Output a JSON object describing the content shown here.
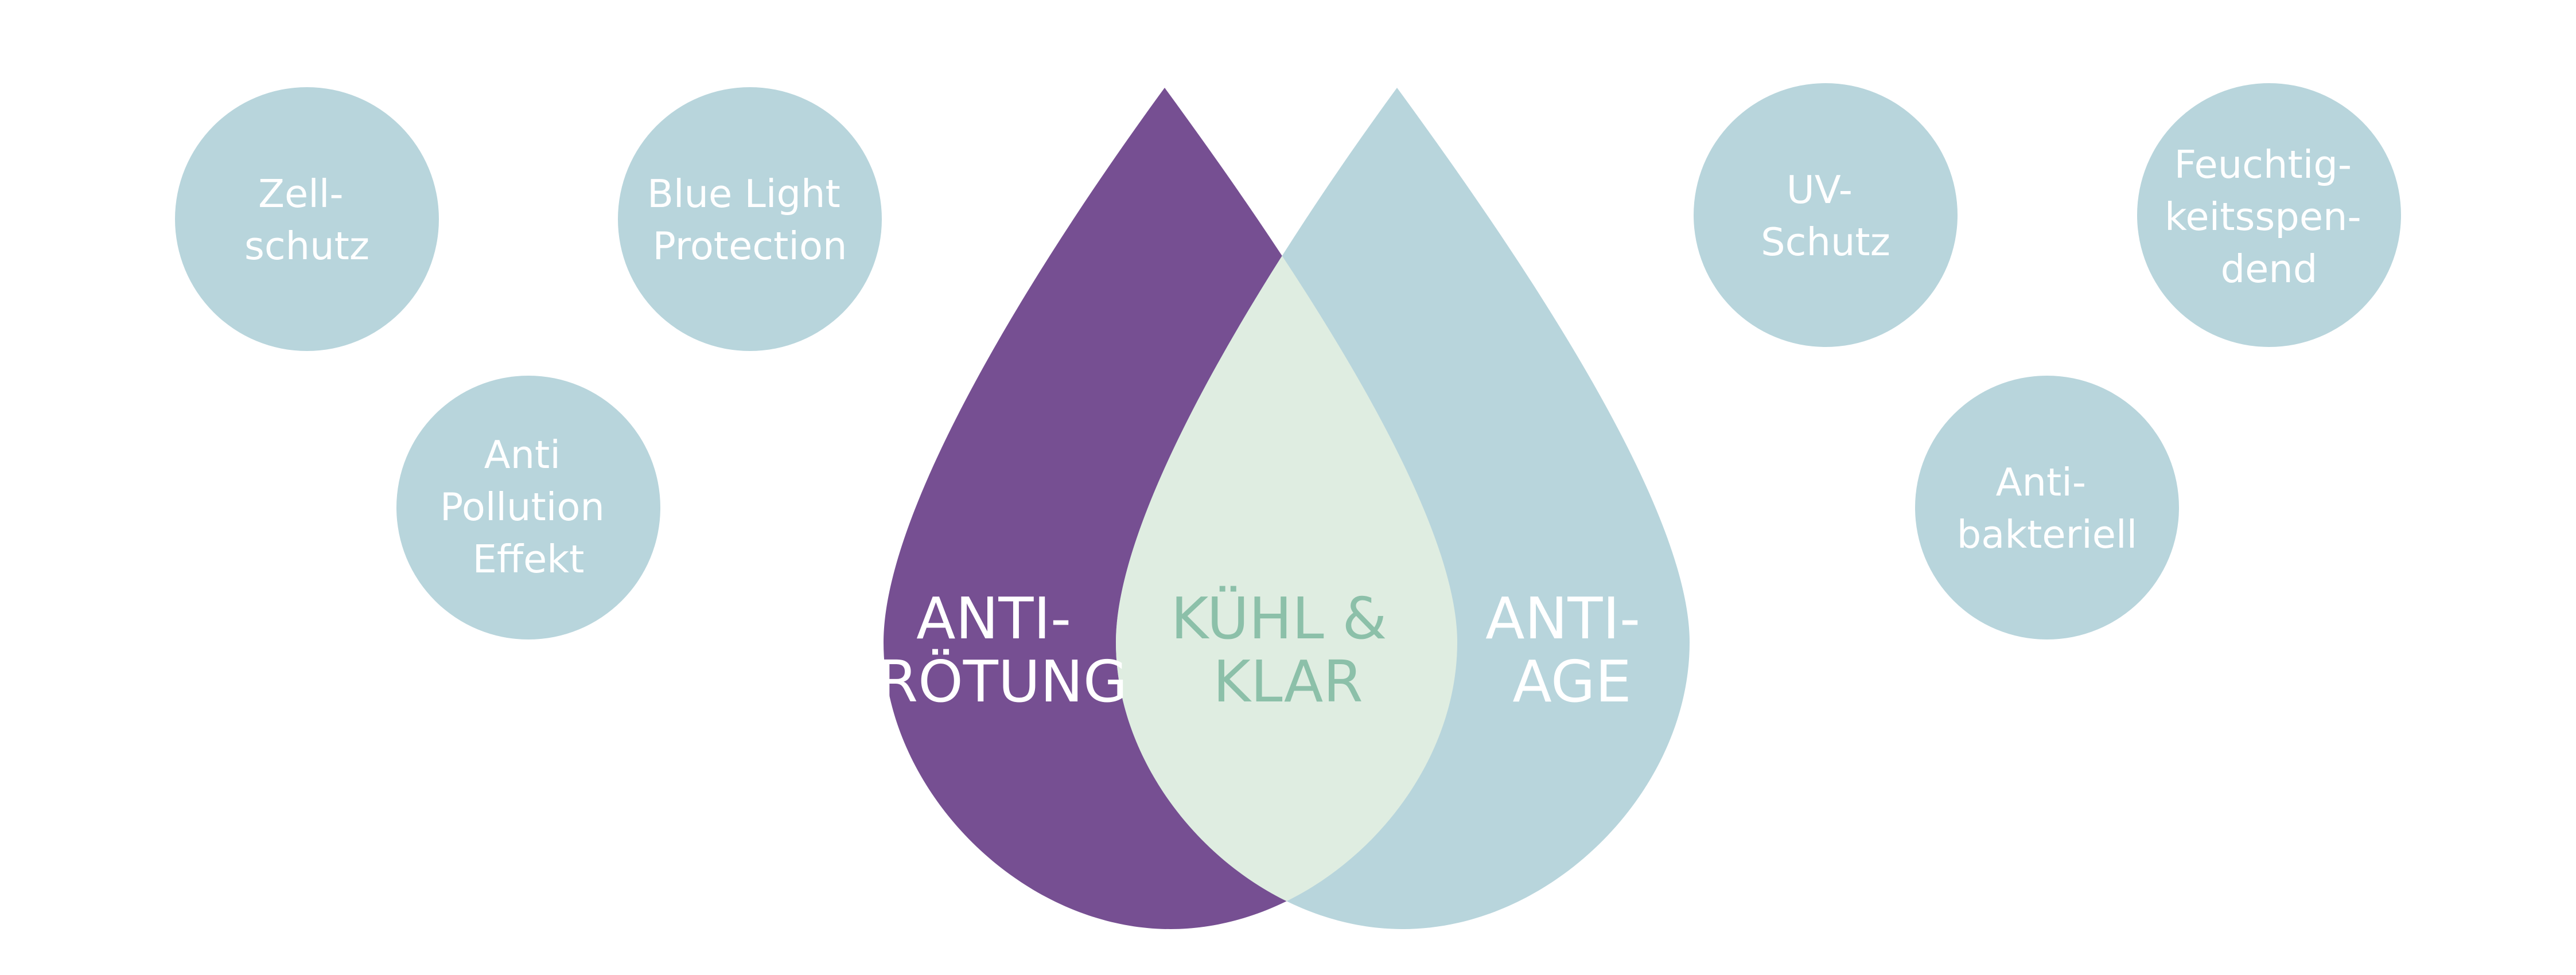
{
  "colors": {
    "background": "#ffffff",
    "circle": "#b8d5dc",
    "circle_text": "#ffffff",
    "drop_left": "#764f92",
    "drop_right": "#b8d5dc",
    "overlap": "#dfede1",
    "overlap_text": "#8cc0a9",
    "drop_text": "#ffffff"
  },
  "benefit_circles": [
    {
      "lines": [
        "Zell-",
        "schutz"
      ]
    },
    {
      "lines": [
        "Blue Light",
        "Protection"
      ]
    },
    {
      "lines": [
        "Anti",
        "Pollution",
        "Effekt"
      ]
    },
    {
      "lines": [
        "UV-",
        "Schutz"
      ]
    },
    {
      "lines": [
        "Feuchtig-",
        "keitsspen-",
        "dend"
      ]
    },
    {
      "lines": [
        "Anti-",
        "bakteriell"
      ]
    }
  ],
  "drops": {
    "left": {
      "lines": [
        "ANTI-",
        "RÖTUNG"
      ]
    },
    "right": {
      "lines": [
        "ANTI-",
        "AGE"
      ]
    },
    "overlap": {
      "lines": [
        "KÜHL &",
        "KLAR"
      ]
    }
  }
}
